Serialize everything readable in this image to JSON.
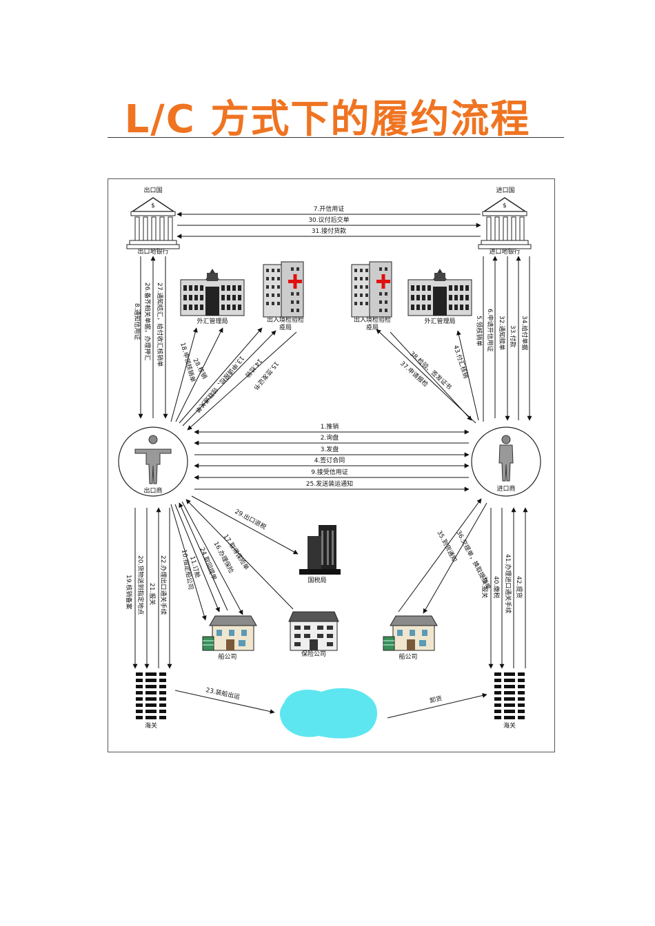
{
  "title": "L/C 方式下的履约流程",
  "nodes": {
    "export_country": "出口国",
    "import_country": "进口国",
    "export_bank": "出口地银行",
    "import_bank": "进口地银行",
    "bank_symbol": "$",
    "forex_left": "外汇管理局",
    "forex_right": "外汇管理局",
    "inspection_left_1": "出入境检验检",
    "inspection_left_2": "疫局",
    "inspection_right_1": "出入境检验检",
    "inspection_right_2": "疫局",
    "exporter": "出口商",
    "importer": "进口商",
    "tax_bureau": "国税局",
    "shipping_left": "船公司",
    "insurance": "保险公司",
    "shipping_right": "船公司",
    "customs_left": "海关",
    "customs_right": "海关"
  },
  "bank_arrows": [
    "7.开信用证",
    "30.议付后交单",
    "31.接付货款"
  ],
  "trade_arrows": [
    "1.推销",
    "2.询盘",
    "3.发盘",
    "4.签订合同",
    "9.接受信用证",
    "25.发送装运通知"
  ],
  "left_bank_steps": [
    "8.通知信用证",
    "26.备齐相关单据，办理押汇",
    "27.通知结汇，给付收汇核销单"
  ],
  "right_bank_steps": [
    "5.领核销单",
    "6.申请开信用证",
    "32.通知赎单",
    "33.付款",
    "34.给付单据"
  ],
  "export_gov_steps": [
    "18.申领核销单",
    "28.核销",
    "13.申请报检、领取通关单",
    "14.检验",
    "15.签发证书"
  ],
  "import_gov_steps": [
    "37.申请报检",
    "38.检验、签发证书",
    "43.付汇核销"
  ],
  "export_service_steps": [
    "10.指定船公司",
    "11.订舱",
    "24.取回提单",
    "16.办理保险",
    "17.取得保险单",
    "29.出口退税"
  ],
  "import_service_steps": [
    "35.到货通知",
    "36.交提单，换取提货单"
  ],
  "export_customs_steps": [
    "19.核销备案",
    "20.货物送到指定地点",
    "21.报关",
    "22.办理出口通关手续"
  ],
  "import_customs_steps": [
    "39.报关",
    "40.缴税",
    "41.办理进口通关手续",
    "42.提货"
  ],
  "shipping_arrows": [
    "23.装船出运",
    "卸货"
  ],
  "colors": {
    "title": "#ef7422",
    "sea": "#5ee6f0",
    "red_cross": "#e01010",
    "garage": "#3a8f5a"
  }
}
